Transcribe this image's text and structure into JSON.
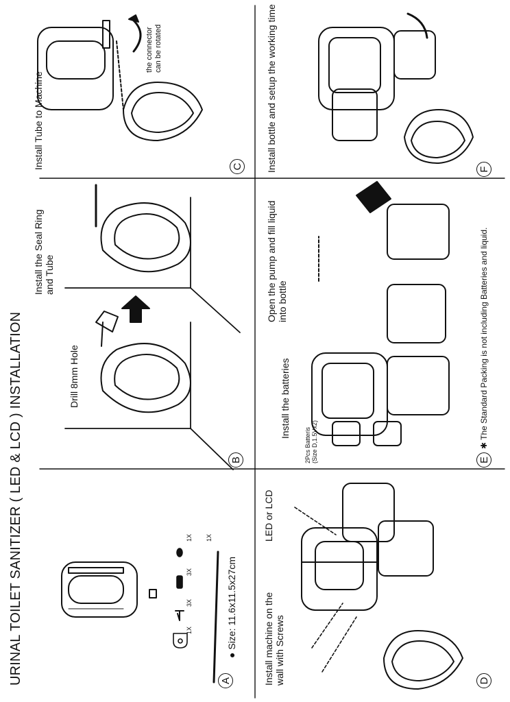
{
  "title": "URINAL TOILET SANITIZER ( LED & LCD ) INSTALLATION",
  "steps": {
    "a": {
      "letter": "A",
      "size": "Size: 11.6x11.5x27cm",
      "parts": [
        "1X",
        "3X",
        "3X",
        "1X",
        "1X"
      ]
    },
    "b": {
      "letter": "B",
      "drill": "Drill 8mm Hole",
      "caption": "Install the Seal Ring\nand Tube"
    },
    "c": {
      "letter": "C",
      "caption": "Install Tube to Machine",
      "connector": "the connector\ncan be rotated"
    },
    "d": {
      "letter": "D",
      "caption": "Install machine on the\nwall with Screws",
      "led": "LED or LCD"
    },
    "e": {
      "letter": "E",
      "caption": "Install the batteries",
      "batteries": "2Pcs Batteris\n(Size D,1.5Vx2)",
      "pump": "Open the pump and fill liquid\ninto bottle",
      "note": "The Standard Packing is not including  Batteries and liquid."
    },
    "f": {
      "letter": "F",
      "caption": "Install bottle and setup the working time"
    }
  },
  "icons": [
    "drill-icon",
    "arrow-icon",
    "screw-icon",
    "battery-icon",
    "bottle-icon",
    "urinal-icon",
    "dispenser-icon"
  ]
}
